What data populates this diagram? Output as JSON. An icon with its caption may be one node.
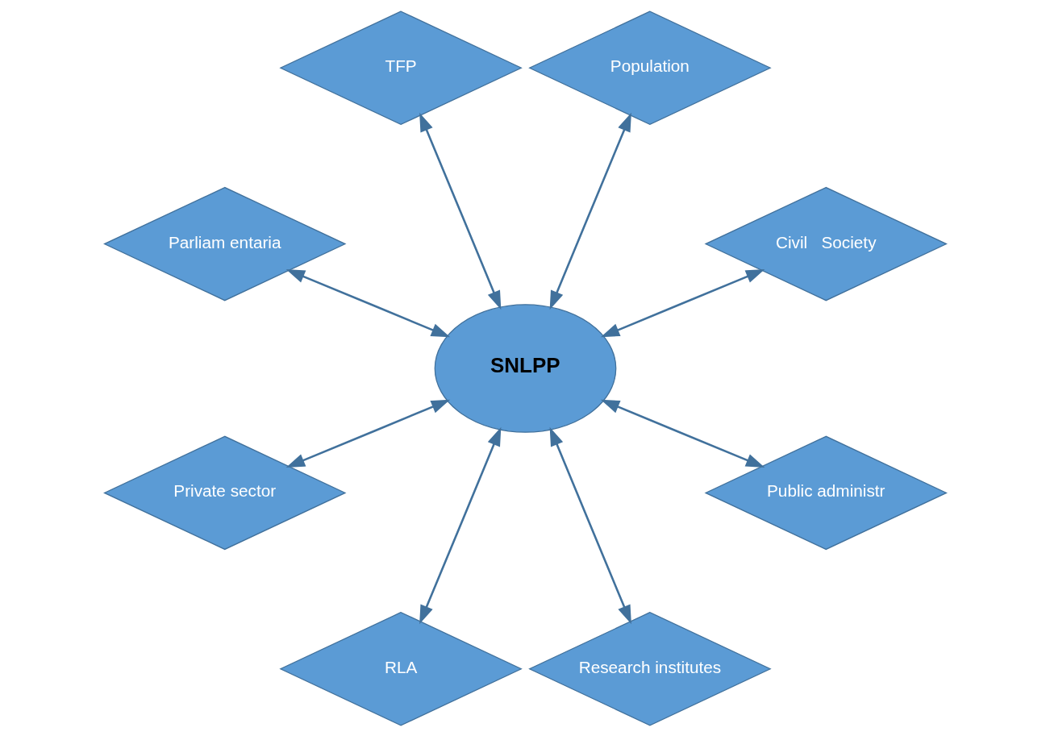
{
  "diagram": {
    "nodes": [
      {
        "text": [
          "Civil   Society"
        ]
      },
      {
        "text": [
          "Population"
        ]
      },
      {
        "text": [
          "TFP"
        ]
      },
      {
        "text": [
          "SNLPP"
        ]
      },
      {
        "text": [
          "Parliam entaria"
        ]
      },
      {
        "text": [
          "Private sector"
        ]
      },
      {
        "text": [
          "RLA"
        ]
      },
      {
        "text": [
          "Research institutes"
        ]
      },
      {
        "text": [
          "Public administr"
        ]
      }
    ],
    "edges": [
      {
        "from": 3,
        "to": 2,
        "arrow": "both"
      },
      {
        "from": 3,
        "to": 0,
        "arrow": "both"
      },
      {
        "from": 3,
        "to": 1,
        "arrow": "both"
      },
      {
        "from": 3,
        "to": 4,
        "arrow": "both"
      },
      {
        "from": 3,
        "to": 6,
        "arrow": "both"
      },
      {
        "from": 3,
        "to": 8,
        "arrow": "both"
      },
      {
        "from": 3,
        "to": 7,
        "arrow": "both"
      },
      {
        "from": 3,
        "to": 5,
        "arrow": "both"
      }
    ]
  }
}
